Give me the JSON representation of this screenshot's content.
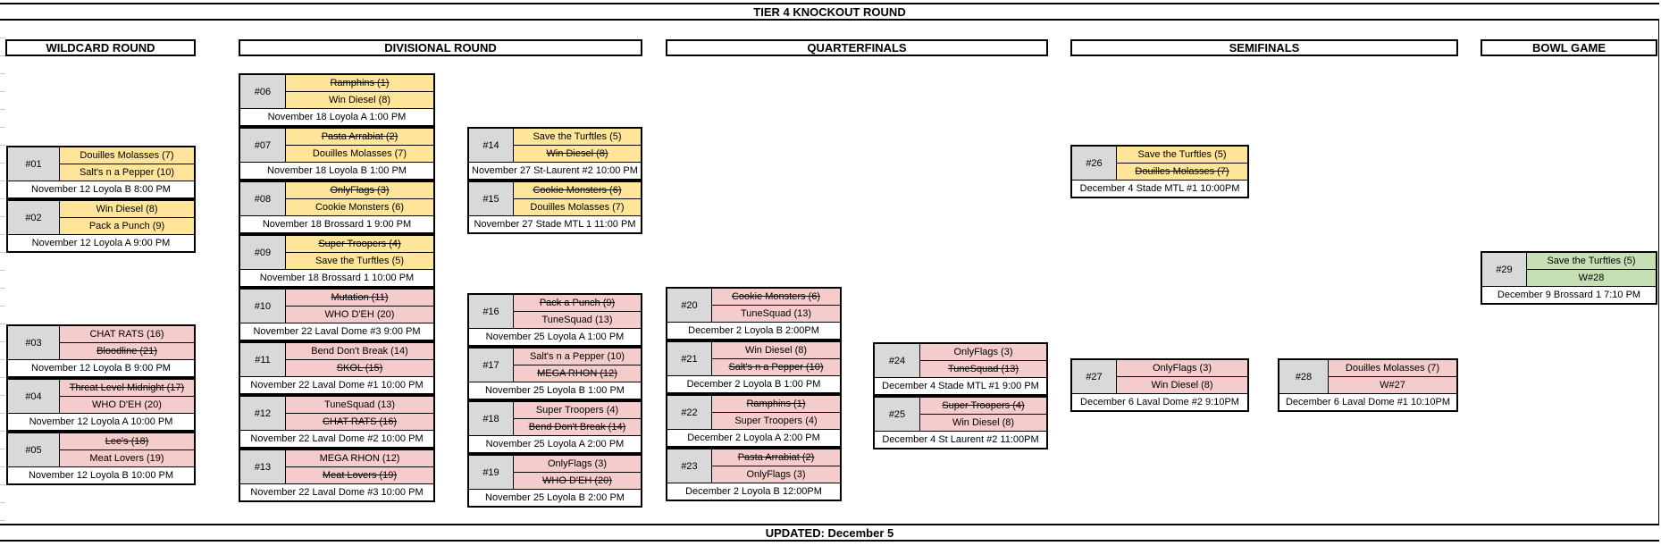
{
  "title": "TIER 4 KNOCKOUT ROUND",
  "footer": "UPDATED: December 5",
  "rounds": [
    {
      "label": "WILDCARD ROUND"
    },
    {
      "label": "DIVISIONAL ROUND"
    },
    {
      "label": "QUARTERFINALS"
    },
    {
      "label": "SEMIFINALS"
    },
    {
      "label": "BOWL GAME"
    }
  ],
  "colors": {
    "winner_bracket_bg": "#ffe599",
    "consolation_bg": "#f4cccc",
    "bowl_bg": "#c6e0b4",
    "match_number_bg": "#d9d9d9",
    "border": "#000000"
  },
  "matches": [
    {
      "id": "#01",
      "bg": "winner_bracket_bg",
      "teams": [
        {
          "name": "Douilles Molasses (7)",
          "eliminated": false
        },
        {
          "name": "Salt's n a Pepper (10)",
          "eliminated": false
        }
      ],
      "schedule": "November 12 Loyola B 8:00 PM"
    },
    {
      "id": "#02",
      "bg": "winner_bracket_bg",
      "teams": [
        {
          "name": "Win Diesel (8)",
          "eliminated": false
        },
        {
          "name": "Pack a Punch (9)",
          "eliminated": false
        }
      ],
      "schedule": "November 12 Loyola A 9:00 PM"
    },
    {
      "id": "#03",
      "bg": "consolation_bg",
      "teams": [
        {
          "name": "CHAT RATS (16)",
          "eliminated": false
        },
        {
          "name": "Bloodline (21)",
          "eliminated": true
        }
      ],
      "schedule": "November 12 Loyola B 9:00 PM"
    },
    {
      "id": "#04",
      "bg": "consolation_bg",
      "teams": [
        {
          "name": "Threat Level Midnight (17)",
          "eliminated": true
        },
        {
          "name": "WHO D'EH (20)",
          "eliminated": false
        }
      ],
      "schedule": "November 12 Loyola A 10:00 PM"
    },
    {
      "id": "#05",
      "bg": "consolation_bg",
      "teams": [
        {
          "name": "Lee's (18)",
          "eliminated": true
        },
        {
          "name": "Meat Lovers (19)",
          "eliminated": false
        }
      ],
      "schedule": "November 12 Loyola B 10:00 PM"
    },
    {
      "id": "#06",
      "bg": "winner_bracket_bg",
      "teams": [
        {
          "name": "Ramphins (1)",
          "eliminated": true
        },
        {
          "name": "Win Diesel (8)",
          "eliminated": false
        }
      ],
      "schedule": "November 18 Loyola A 1:00 PM"
    },
    {
      "id": "#07",
      "bg": "winner_bracket_bg",
      "teams": [
        {
          "name": "Pasta Arrabiat (2)",
          "eliminated": true
        },
        {
          "name": "Douilles Molasses (7)",
          "eliminated": false
        }
      ],
      "schedule": "November 18 Loyola B 1:00 PM"
    },
    {
      "id": "#08",
      "bg": "winner_bracket_bg",
      "teams": [
        {
          "name": "OnlyFlags (3)",
          "eliminated": true
        },
        {
          "name": "Cookie Monsters (6)",
          "eliminated": false
        }
      ],
      "schedule": "November 18 Brossard 1 9:00 PM"
    },
    {
      "id": "#09",
      "bg": "winner_bracket_bg",
      "teams": [
        {
          "name": "Super Troopers (4)",
          "eliminated": true
        },
        {
          "name": "Save the Turftles (5)",
          "eliminated": false
        }
      ],
      "schedule": "November 18 Brossard 1 10:00 PM"
    },
    {
      "id": "#10",
      "bg": "consolation_bg",
      "teams": [
        {
          "name": "Mutation (11)",
          "eliminated": true
        },
        {
          "name": "WHO D'EH (20)",
          "eliminated": false
        }
      ],
      "schedule": "November 22 Laval Dome #3 9:00 PM"
    },
    {
      "id": "#11",
      "bg": "consolation_bg",
      "teams": [
        {
          "name": "Bend Don't Break (14)",
          "eliminated": false
        },
        {
          "name": "SKOL (15)",
          "eliminated": true
        }
      ],
      "schedule": "November 22 Laval Dome #1 10:00 PM"
    },
    {
      "id": "#12",
      "bg": "consolation_bg",
      "teams": [
        {
          "name": "TuneSquad (13)",
          "eliminated": false
        },
        {
          "name": "CHAT RATS (16)",
          "eliminated": true
        }
      ],
      "schedule": "November 22 Laval Dome #2 10:00 PM"
    },
    {
      "id": "#13",
      "bg": "consolation_bg",
      "teams": [
        {
          "name": "MEGA RHON (12)",
          "eliminated": false
        },
        {
          "name": "Meat Lovers (19)",
          "eliminated": true
        }
      ],
      "schedule": "November 22 Laval Dome #3 10:00 PM"
    },
    {
      "id": "#14",
      "bg": "winner_bracket_bg",
      "teams": [
        {
          "name": "Save the Turftles (5)",
          "eliminated": false
        },
        {
          "name": "Win Diesel (8)",
          "eliminated": true
        }
      ],
      "schedule": "November 27 St-Laurent #2 10:00 PM"
    },
    {
      "id": "#15",
      "bg": "winner_bracket_bg",
      "teams": [
        {
          "name": "Cookie Monsters (6)",
          "eliminated": true
        },
        {
          "name": "Douilles Molasses (7)",
          "eliminated": false
        }
      ],
      "schedule": "November 27 Stade MTL 1 11:00 PM"
    },
    {
      "id": "#16",
      "bg": "consolation_bg",
      "teams": [
        {
          "name": "Pack a Punch (9)",
          "eliminated": true
        },
        {
          "name": "TuneSquad (13)",
          "eliminated": false
        }
      ],
      "schedule": "November 25 Loyola A 1:00 PM"
    },
    {
      "id": "#17",
      "bg": "consolation_bg",
      "teams": [
        {
          "name": "Salt's n a Pepper (10)",
          "eliminated": false
        },
        {
          "name": "MEGA RHON (12)",
          "eliminated": true
        }
      ],
      "schedule": "November 25 Loyola B 1:00 PM"
    },
    {
      "id": "#18",
      "bg": "consolation_bg",
      "teams": [
        {
          "name": "Super Troopers (4)",
          "eliminated": false
        },
        {
          "name": "Bend Don't Break (14)",
          "eliminated": true
        }
      ],
      "schedule": "November 25 Loyola A 2:00 PM"
    },
    {
      "id": "#19",
      "bg": "consolation_bg",
      "teams": [
        {
          "name": "OnlyFlags (3)",
          "eliminated": false
        },
        {
          "name": "WHO D'EH (20)",
          "eliminated": true
        }
      ],
      "schedule": "November 25 Loyola B 2:00 PM"
    },
    {
      "id": "#20",
      "bg": "consolation_bg",
      "teams": [
        {
          "name": "Cookie Monsters (6)",
          "eliminated": true
        },
        {
          "name": "TuneSquad (13)",
          "eliminated": false
        }
      ],
      "schedule": "December 2 Loyola B 2:00PM"
    },
    {
      "id": "#21",
      "bg": "consolation_bg",
      "teams": [
        {
          "name": "Win Diesel (8)",
          "eliminated": false
        },
        {
          "name": "Salt's n a Pepper (10)",
          "eliminated": true
        }
      ],
      "schedule": "December 2 Loyola B 1:00 PM"
    },
    {
      "id": "#22",
      "bg": "consolation_bg",
      "teams": [
        {
          "name": "Ramphins (1)",
          "eliminated": true
        },
        {
          "name": "Super Troopers (4)",
          "eliminated": false
        }
      ],
      "schedule": "December 2 Loyola A 2:00 PM"
    },
    {
      "id": "#23",
      "bg": "consolation_bg",
      "teams": [
        {
          "name": "Pasta Arrabiat (2)",
          "eliminated": true
        },
        {
          "name": "OnlyFlags (3)",
          "eliminated": false
        }
      ],
      "schedule": "December 2 Loyola B 12:00PM"
    },
    {
      "id": "#24",
      "bg": "consolation_bg",
      "teams": [
        {
          "name": "OnlyFlags (3)",
          "eliminated": false
        },
        {
          "name": "TuneSquad (13)",
          "eliminated": true
        }
      ],
      "schedule": "December 4 Stade MTL #1 9:00 PM"
    },
    {
      "id": "#25",
      "bg": "consolation_bg",
      "teams": [
        {
          "name": "Super Troopers (4)",
          "eliminated": true
        },
        {
          "name": "Win Diesel (8)",
          "eliminated": false
        }
      ],
      "schedule": "December 4 St Laurent #2 11:00PM"
    },
    {
      "id": "#26",
      "bg": "winner_bracket_bg",
      "teams": [
        {
          "name": "Save the Turftles (5)",
          "eliminated": false
        },
        {
          "name": "Douilles Molasses (7)",
          "eliminated": true
        }
      ],
      "schedule": "December 4 Stade MTL #1 10:00PM"
    },
    {
      "id": "#27",
      "bg": "consolation_bg",
      "teams": [
        {
          "name": "OnlyFlags (3)",
          "eliminated": false
        },
        {
          "name": "Win Diesel (8)",
          "eliminated": false
        }
      ],
      "schedule": "December 6 Laval Dome #2 9:10PM"
    },
    {
      "id": "#28",
      "bg": "consolation_bg",
      "teams": [
        {
          "name": "Douilles Molasses (7)",
          "eliminated": false
        },
        {
          "name": "W#27",
          "eliminated": false
        }
      ],
      "schedule": "December 6 Laval Dome #1 10:10PM"
    },
    {
      "id": "#29",
      "bg": "bowl_bg",
      "teams": [
        {
          "name": "Save the Turftles (5)",
          "eliminated": false
        },
        {
          "name": "W#28",
          "eliminated": false
        }
      ],
      "schedule": "December 9 Brossard 1 7:10 PM"
    }
  ]
}
